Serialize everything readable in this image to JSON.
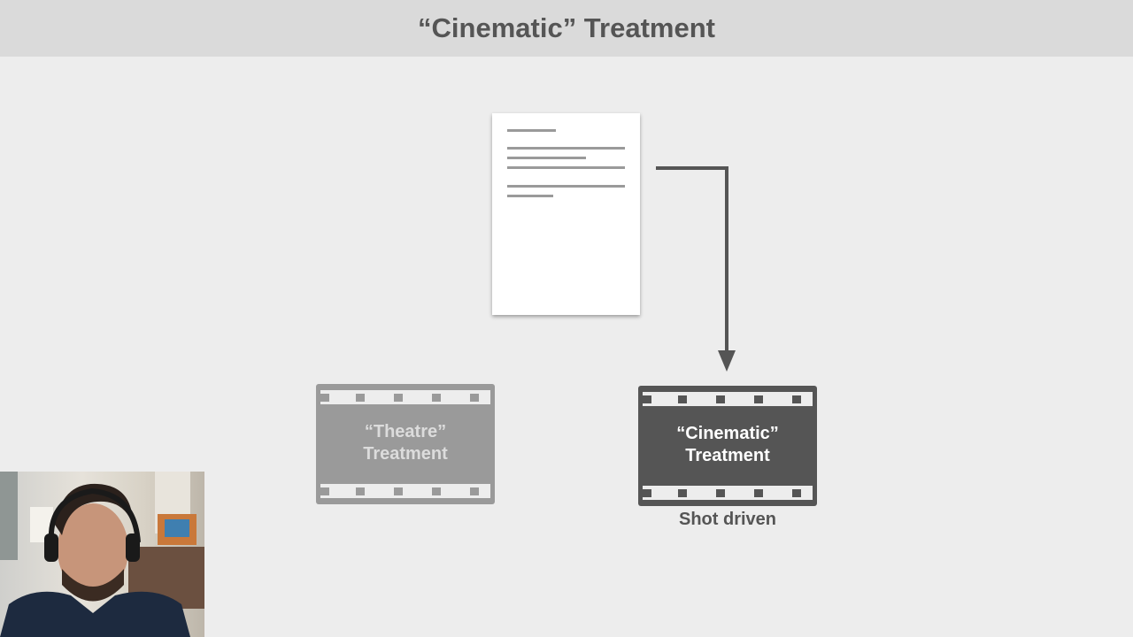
{
  "slide": {
    "title": "“Cinematic” Treatment"
  },
  "films": {
    "theatre": {
      "line1": "“Theatre”",
      "line2": "Treatment"
    },
    "cinematic": {
      "line1": "“Cinematic”",
      "line2": "Treatment",
      "caption": "Shot driven"
    }
  },
  "colors": {
    "background": "#ededed",
    "title_bar": "#dadada",
    "dark": "#555555",
    "muted": "#9a9a9a"
  },
  "icons": [
    "document-icon",
    "film-strip-icon",
    "arrow-down-icon"
  ]
}
